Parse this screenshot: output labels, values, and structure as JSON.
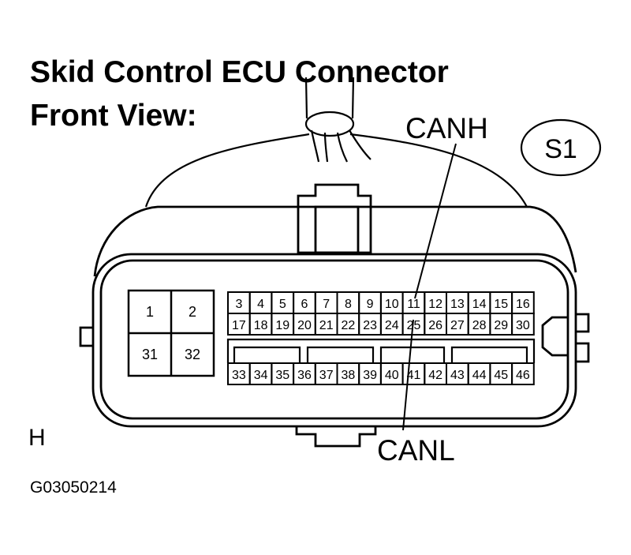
{
  "title": {
    "line1": "Skid Control ECU Connector",
    "line2": "Front View:"
  },
  "connector": {
    "code": "S1",
    "left_block": [
      "1",
      "2",
      "31",
      "32"
    ],
    "top_row": [
      "3",
      "4",
      "5",
      "6",
      "7",
      "8",
      "9",
      "10",
      "11",
      "12",
      "13",
      "14",
      "15",
      "16"
    ],
    "middle_row": [
      "17",
      "18",
      "19",
      "20",
      "21",
      "22",
      "23",
      "24",
      "25",
      "26",
      "27",
      "28",
      "29",
      "30"
    ],
    "bottom_row": [
      "33",
      "34",
      "35",
      "36",
      "37",
      "38",
      "39",
      "40",
      "41",
      "42",
      "43",
      "44",
      "45",
      "46"
    ]
  },
  "callouts": {
    "canh": "CANH",
    "canl": "CANL"
  },
  "marks": {
    "h": "H",
    "figure_code": "G03050214"
  }
}
